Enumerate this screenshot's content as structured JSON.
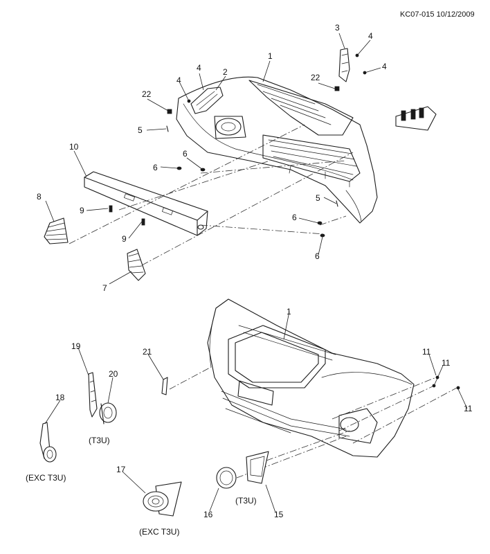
{
  "header": {
    "drawing_id": "KC07-015 10/12/2009"
  },
  "callouts": {
    "c1_top": "1",
    "c1_bottom": "1",
    "c2": "2",
    "c3": "3",
    "c4_a": "4",
    "c4_b": "4",
    "c4_c": "4",
    "c4_d": "4",
    "c5_a": "5",
    "c5_b": "5",
    "c6_a": "6",
    "c6_b": "6",
    "c6_c": "6",
    "c6_d": "6",
    "c7": "7",
    "c8": "8",
    "c9_a": "9",
    "c9_b": "9",
    "c10": "10",
    "c11_a": "11",
    "c11_b": "11",
    "c11_c": "11",
    "c15": "15",
    "c16": "16",
    "c17": "17",
    "c18": "18",
    "c19": "19",
    "c20": "20",
    "c21": "21",
    "c22_a": "22",
    "c22_b": "22"
  },
  "notes": {
    "t3u_a": "(T3U)",
    "t3u_b": "(T3U)",
    "exc_t3u_a": "(EXC T3U)",
    "exc_t3u_b": "(EXC T3U)"
  }
}
